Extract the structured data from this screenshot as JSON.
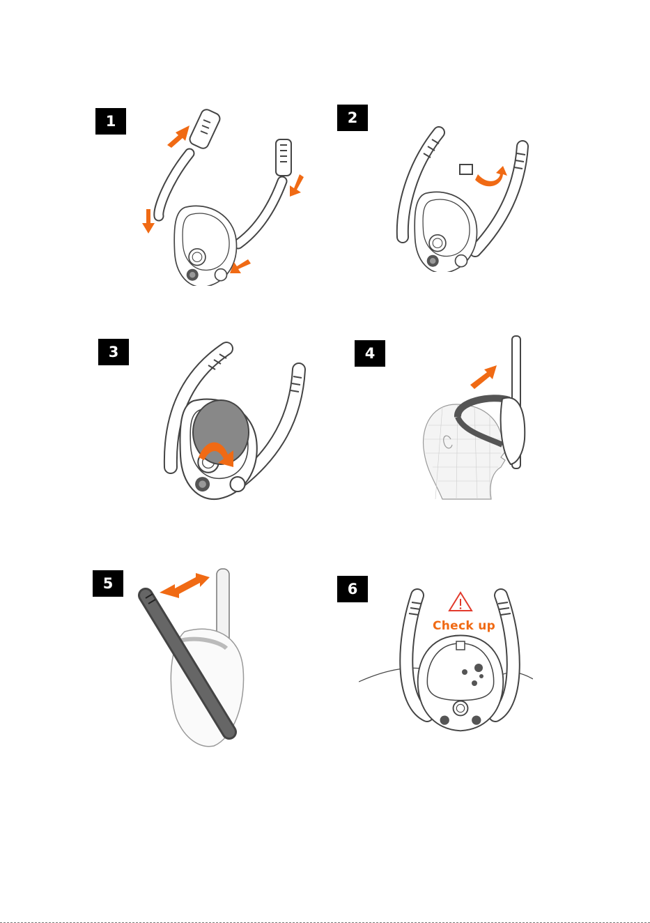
{
  "steps": [
    {
      "number": "1"
    },
    {
      "number": "2"
    },
    {
      "number": "3"
    },
    {
      "number": "4"
    },
    {
      "number": "5"
    },
    {
      "number": "6",
      "warning_text": "Check up"
    }
  ],
  "colors": {
    "accent": "#f06a14",
    "ink": "#444444",
    "badge": "#000000",
    "warning": "#e23a2c"
  }
}
